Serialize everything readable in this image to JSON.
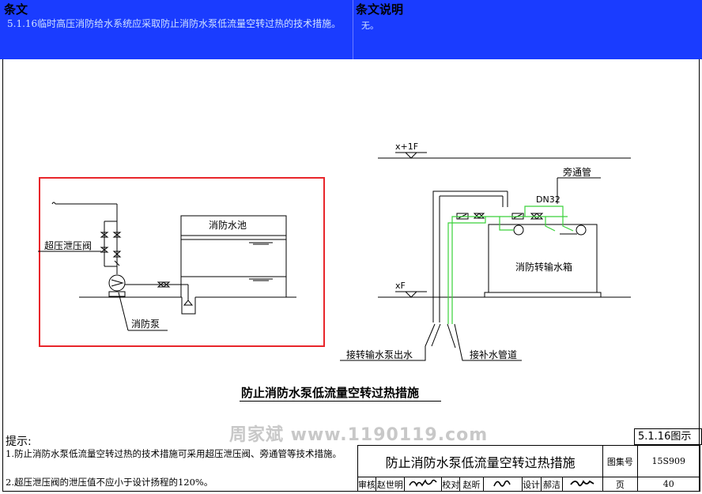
{
  "header": {
    "left_title": "条文",
    "left_text": "5.1.16临时高压消防给水系统应采取防止消防水泵低流量空转过热的技术措施。",
    "right_title": "条文说明",
    "right_text": "无。"
  },
  "left_diagram": {
    "relief_valve_label": "超压泄压阀",
    "pool_label": "消防水池",
    "pump_label": "消防泵"
  },
  "right_diagram": {
    "upper_floor_label": "x+1F",
    "floor_label": "xF",
    "bypass_label": "旁通管",
    "pipe_size_label": "DN32",
    "tank_label": "消防转输水箱",
    "pump_outlet_label": "接转输水泵出水",
    "makeup_label": "接补水管道"
  },
  "highlight_color": "#e8262b",
  "pipe_color": "#3ad13a",
  "caption": "防止消防水泵低流量空转过热措施",
  "watermark": "周家斌 www.1190119.com",
  "notes": {
    "title": "提示:",
    "items": [
      "1.防止消防水泵低流量空转过热的技术措施可采用超压泄压阀、旁通管等技术措施。",
      "2.超压泄压阀的泄压值不应小于设计扬程的120%。"
    ]
  },
  "title_block": {
    "figure_no": "5.1.16图示",
    "title": "防止消防水泵低流量空转过热措施",
    "atlas_label": "图集号",
    "atlas_no": "15S909",
    "review_label": "审核",
    "review_name": "赵世明",
    "check_label": "校对",
    "check_name": "赵昕",
    "design_label": "设计",
    "design_name": "郝洁",
    "page_label": "页",
    "page_no": "40"
  }
}
